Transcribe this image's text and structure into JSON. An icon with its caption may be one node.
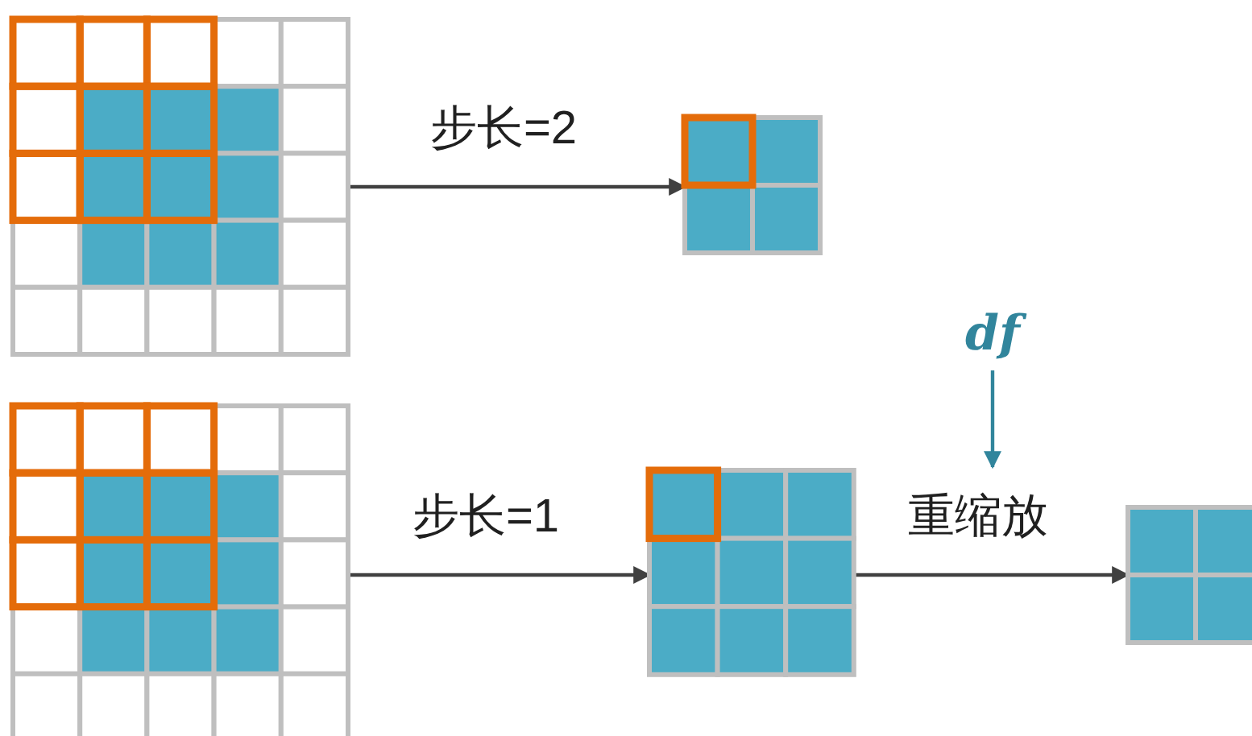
{
  "diagram": {
    "nodes": [
      {
        "text": [],
        "shape": "box"
      },
      {
        "text": [],
        "shape": "box"
      },
      {
        "text": [],
        "shape": "box"
      },
      {
        "text": [],
        "shape": "box"
      },
      {
        "text": [
          "df"
        ]
      },
      {
        "text": [],
        "shape": "box"
      }
    ],
    "edges": [
      {
        "from": 0,
        "to": 1,
        "arrow": "to",
        "label": "步长=2"
      },
      {
        "from": 2,
        "to": 3,
        "arrow": "to",
        "label": "步长=1"
      },
      {
        "from": 3,
        "to": 5,
        "arrow": "to",
        "label": "重缩放"
      },
      {
        "from": 4,
        "to": null,
        "arrow": "to",
        "color": "#31859c"
      }
    ]
  }
}
